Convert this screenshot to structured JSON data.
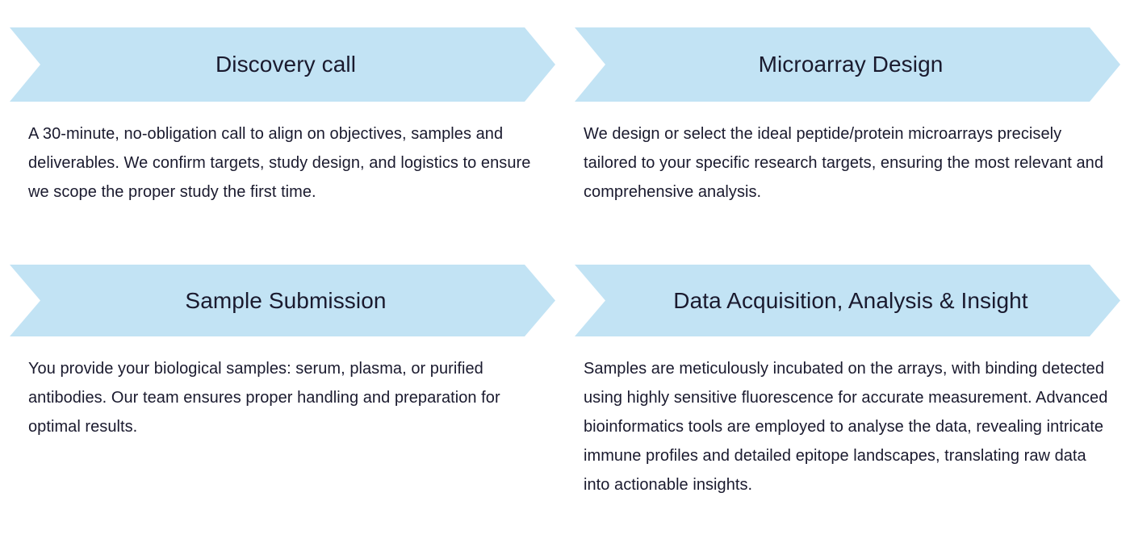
{
  "theme": {
    "background": "#ffffff",
    "chevron_fill": "#c2e3f4",
    "text_color": "#1a1a2e"
  },
  "steps": [
    {
      "id": "discovery-call",
      "title": "Discovery call",
      "body": "A 30-minute, no-obligation call to align on objectives, samples and deliverables. We confirm targets, study design, and logistics to ensure we scope the proper study the first time."
    },
    {
      "id": "microarray-design",
      "title": "Microarray Design",
      "body": "We design or select the ideal peptide/protein microarrays precisely tailored to your specific research targets, ensuring the most relevant and comprehensive analysis."
    },
    {
      "id": "sample-submission",
      "title": "Sample Submission",
      "body": "You provide your biological samples: serum, plasma, or purified antibodies. Our team ensures proper handling and preparation for optimal results."
    },
    {
      "id": "data-acquisition-analysis-insight",
      "title": "Data Acquisition, Analysis & Insight",
      "body": "Samples are meticulously incubated on the arrays, with binding detected using highly sensitive fluorescence for accurate measurement. Advanced bioinformatics tools are employed to analyse the data, revealing intricate immune profiles and detailed epitope landscapes, translating raw data into actionable insights."
    }
  ]
}
